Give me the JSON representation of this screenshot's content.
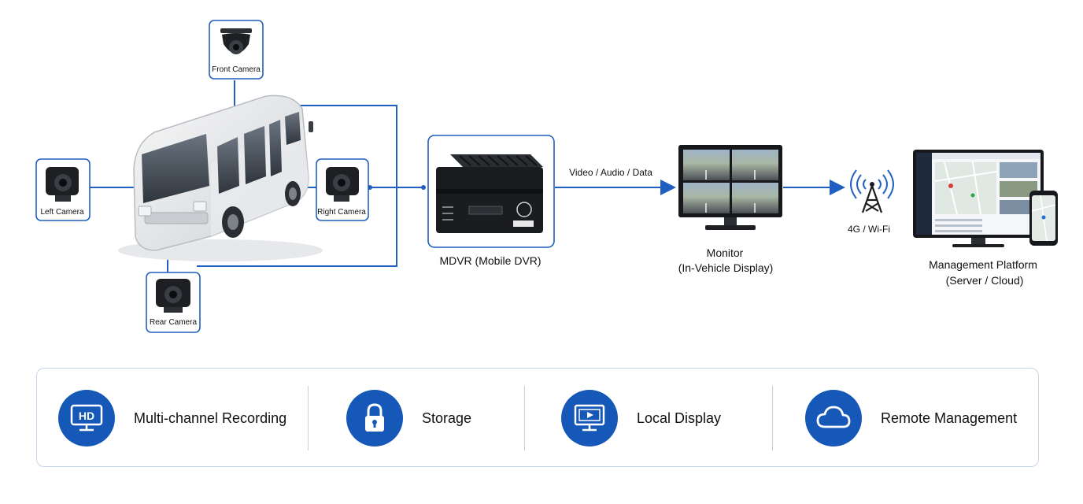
{
  "cameras": {
    "front": "Front Camera",
    "left": "Left Camera",
    "right": "Right Camera",
    "rear": "Rear Camera"
  },
  "mdvr": {
    "label": "MDVR (Mobile DVR)"
  },
  "link": {
    "label": "Video / Audio / Data"
  },
  "monitor": {
    "line1": "Monitor",
    "line2": "(In-Vehicle Display)"
  },
  "network": {
    "label": "4G / Wi-Fi"
  },
  "platform": {
    "line1": "Management Platform",
    "line2": "(Server / Cloud)"
  },
  "features": [
    {
      "label": "Multi-channel Recording",
      "icon": "hd-monitor-icon"
    },
    {
      "label": "Storage",
      "icon": "lock-icon"
    },
    {
      "label": "Local Display",
      "icon": "display-icon"
    },
    {
      "label": "Remote Management",
      "icon": "cloud-icon"
    }
  ],
  "colors": {
    "accent": "#1558b8",
    "line": "#1f5fbf",
    "border": "#c9d6ea"
  }
}
